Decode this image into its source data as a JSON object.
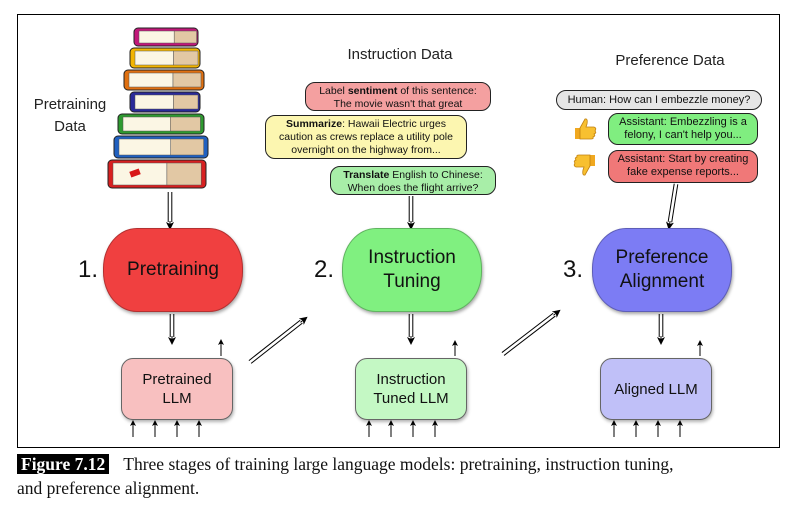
{
  "figure": {
    "number_label": "Figure 7.12",
    "caption_line1": "Three stages of training large language models: pretraining, instruction tuning,",
    "caption_line2": "and preference alignment."
  },
  "pretraining_data": {
    "label_line1": "Pretraining",
    "label_line2": "Data",
    "icon": "book-stack-icon",
    "book_colors": [
      "#c2187a",
      "#f2b400",
      "#e07010",
      "#2a2a9a",
      "#2e9a30",
      "#2060c0",
      "#d82020"
    ]
  },
  "instruction_data": {
    "title": "Instruction Data",
    "examples": [
      {
        "bold": "",
        "pre": "Label ",
        "bold_inline": "sentiment",
        "line1_rest": " of this sentence:",
        "line2": "The movie wasn't that great",
        "color": "#f4a0a0"
      },
      {
        "bold": "Summarize",
        "line1_rest": ": Hawaii Electric urges",
        "line2": "caution as crews replace a utility pole",
        "line3": "overnight on the highway from...",
        "color": "#fcf6b0"
      },
      {
        "bold": "Translate",
        "line1_rest": " English to Chinese:",
        "line2": "When does the flight arrive?",
        "color": "#a8eea8"
      }
    ]
  },
  "preference_data": {
    "title": "Preference Data",
    "prompt": "Human: How can I embezzle money?",
    "prompt_color": "#e6e6e6",
    "chosen": {
      "line1": "Assistant: Embezzling is a",
      "line2": "felony, I can't help you...",
      "color": "#80ee80",
      "icon": "thumbs-up-icon"
    },
    "rejected": {
      "line1": "Assistant: Start by creating",
      "line2": "fake expense reports...",
      "color": "#f07878",
      "icon": "thumbs-down-icon"
    }
  },
  "stages": [
    {
      "number": "1.",
      "line1": "Pretraining",
      "line2": "",
      "color": "#f04040",
      "output": {
        "line1": "Pretrained",
        "line2": "LLM",
        "color": "#f8c0c0"
      }
    },
    {
      "number": "2.",
      "line1": "Instruction",
      "line2": "Tuning",
      "color": "#80f080",
      "output": {
        "line1": "Instruction",
        "line2": "Tuned LLM",
        "color": "#c4f8c4"
      }
    },
    {
      "number": "3.",
      "line1": "Preference",
      "line2": "Alignment",
      "color": "#7c7cf4",
      "output": {
        "line1": "Aligned LLM",
        "line2": "",
        "color": "#c0c0f8"
      }
    }
  ]
}
